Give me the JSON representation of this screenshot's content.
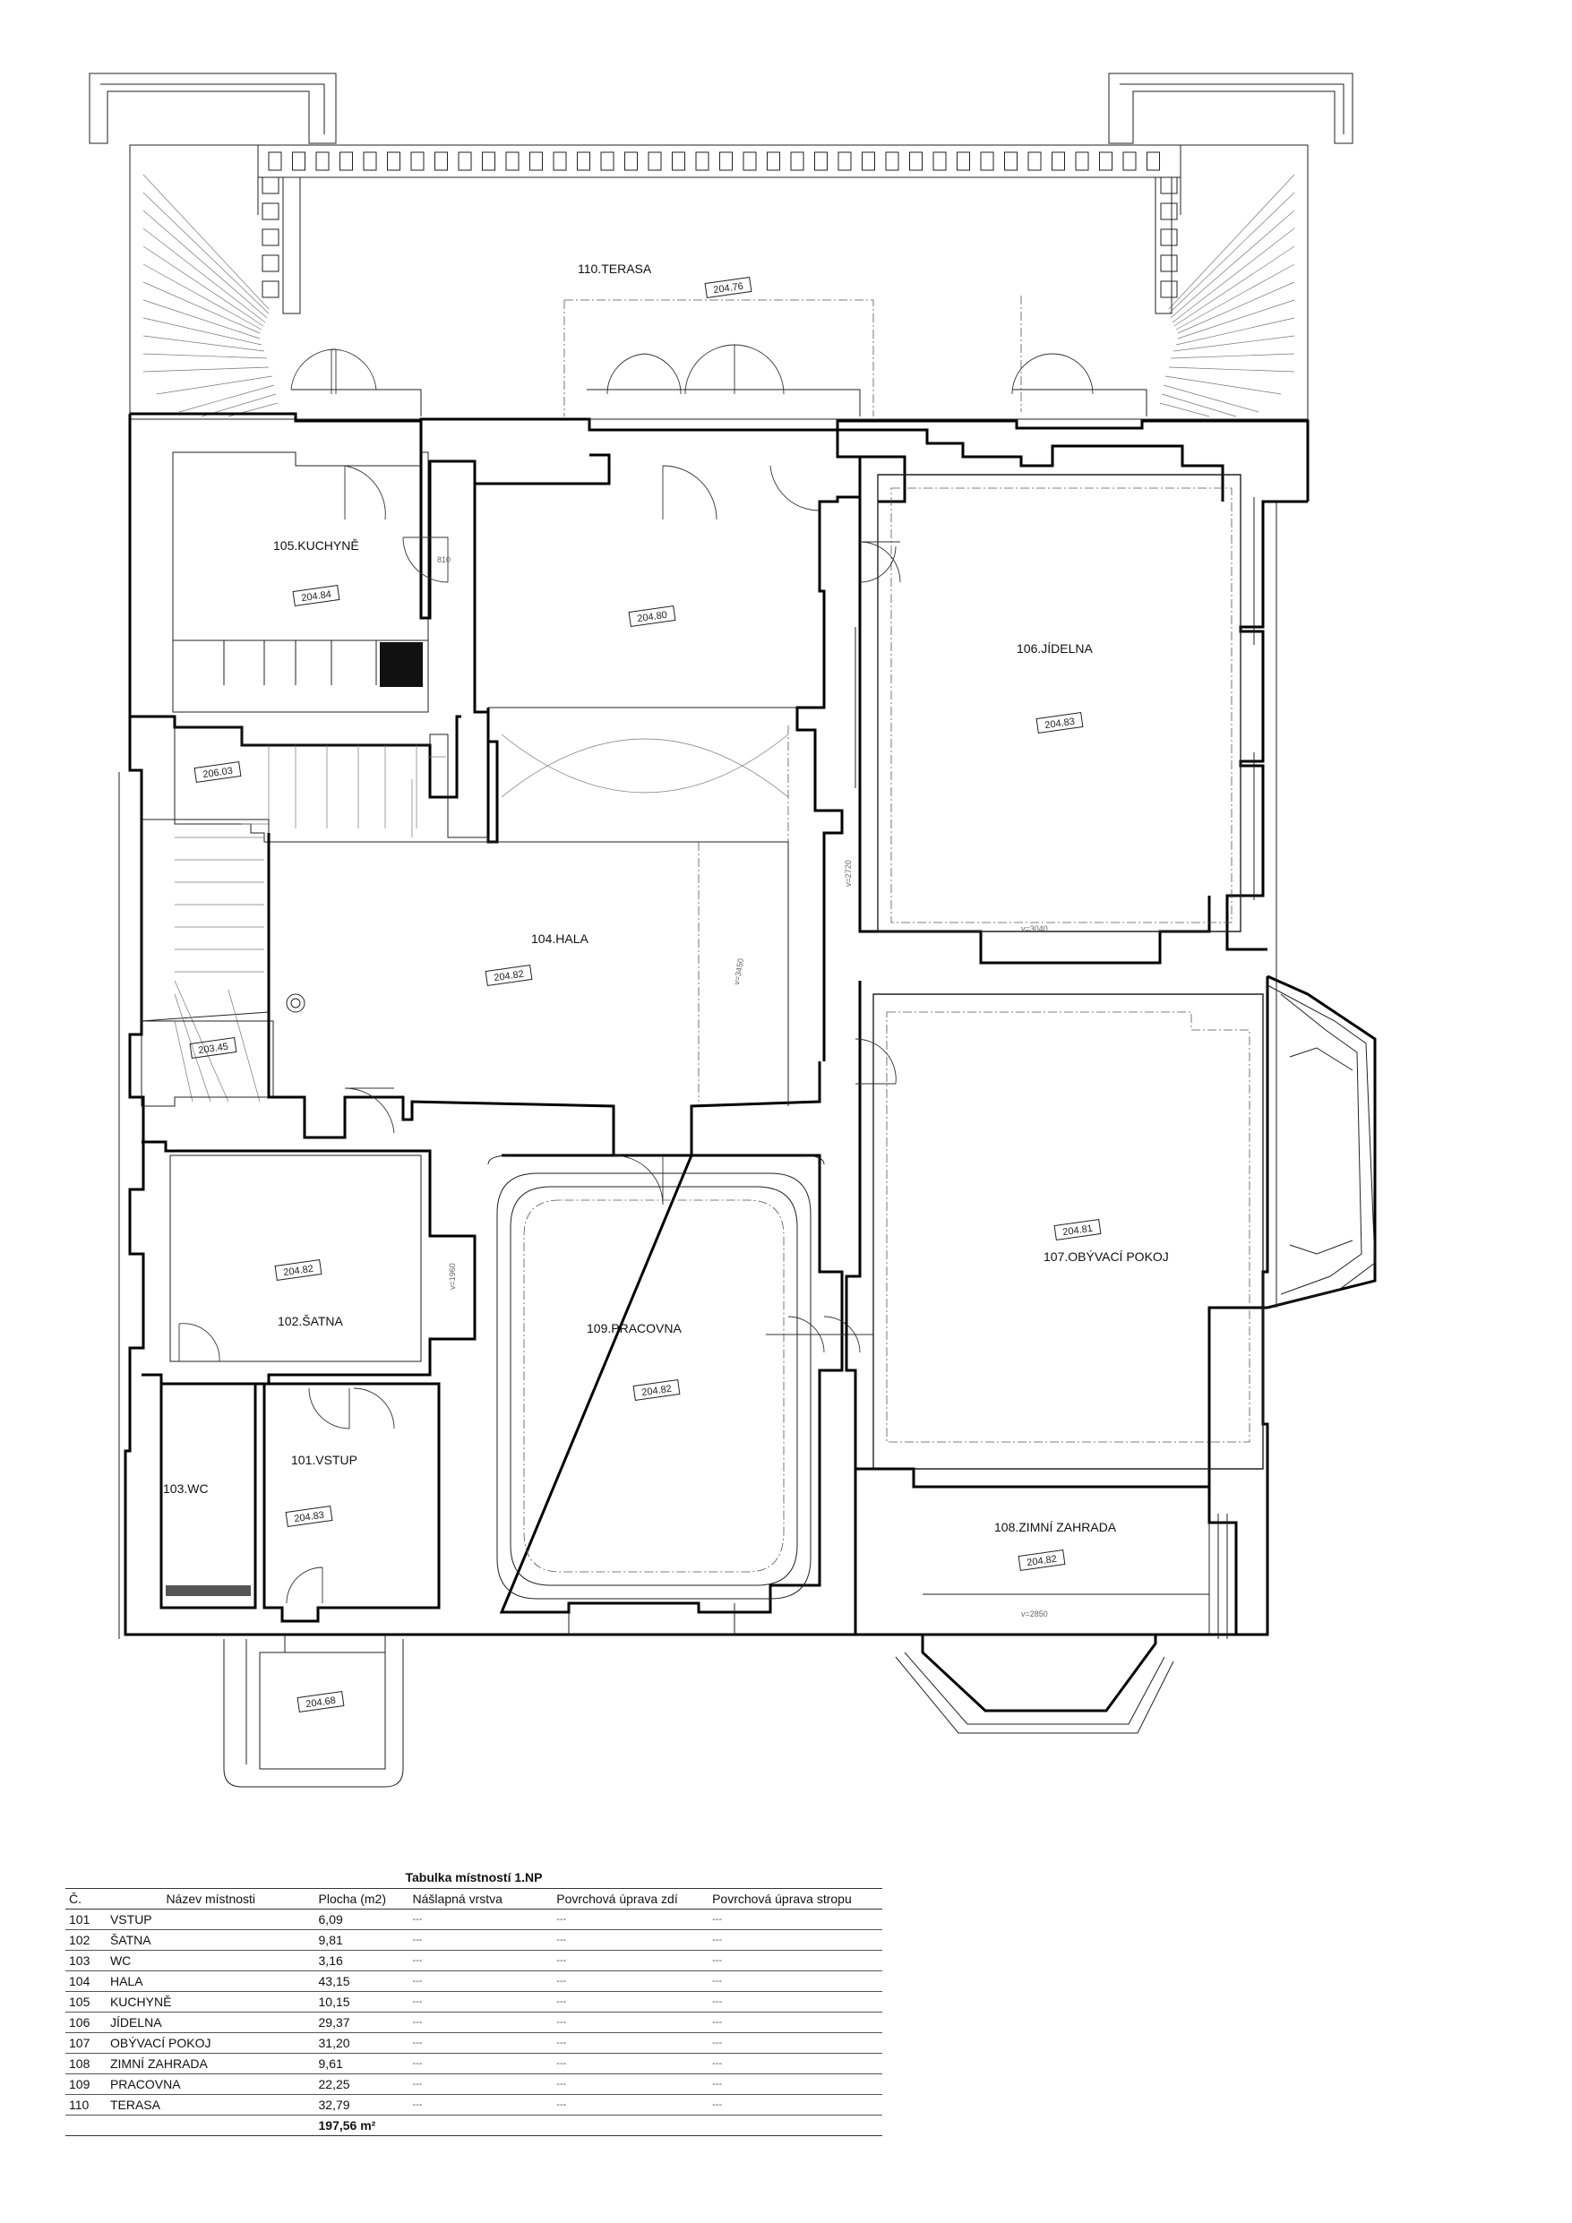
{
  "plan": {
    "rooms": [
      {
        "id": "101",
        "label": "101.VSTUP",
        "tag": "204.83"
      },
      {
        "id": "102",
        "label": "102.ŠATNA",
        "tag": "204.82"
      },
      {
        "id": "103",
        "label": "103.WC",
        "tag": ""
      },
      {
        "id": "104",
        "label": "104.HALA",
        "tag": "204.82"
      },
      {
        "id": "105",
        "label": "105.KUCHYNĚ",
        "tag": "204.84"
      },
      {
        "id": "106",
        "label": "106.JÍDELNA",
        "tag": "204.83"
      },
      {
        "id": "107",
        "label": "107.OBÝVACÍ POKOJ",
        "tag": "204.81"
      },
      {
        "id": "108",
        "label": "108.ZIMNÍ ZAHRADA",
        "tag": "204.82"
      },
      {
        "id": "109",
        "label": "109.PRACOVNA",
        "tag": "204.82"
      },
      {
        "id": "110",
        "label": "110.TERASA",
        "tag": "204.76"
      }
    ],
    "extra_tags": {
      "corridor": "204.80",
      "stair_upper": "206.03",
      "stair_lower": "203.45",
      "entrance": "204.68"
    },
    "dimensions": {
      "hala_height": "v=3450",
      "jidelna_height": "v=3040",
      "zahrada_height": "v=2850",
      "kuchyne_door": "810",
      "satna_door": "v=1960",
      "jidelna_side": "v=2720"
    }
  },
  "table": {
    "title": "Tabulka místností 1.NP",
    "headers": [
      "Č.",
      "Název místnosti",
      "Plocha (m2)",
      "Nášlapná vrstva",
      "Povrchová úprava zdí",
      "Povrchová úprava stropu"
    ],
    "placeholder": "---",
    "rows": [
      {
        "no": "101",
        "name": "VSTUP",
        "area": "6,09"
      },
      {
        "no": "102",
        "name": "ŠATNA",
        "area": "9,81"
      },
      {
        "no": "103",
        "name": "WC",
        "area": "3,16"
      },
      {
        "no": "104",
        "name": "HALA",
        "area": "43,15"
      },
      {
        "no": "105",
        "name": "KUCHYNĚ",
        "area": "10,15"
      },
      {
        "no": "106",
        "name": "JÍDELNA",
        "area": "29,37"
      },
      {
        "no": "107",
        "name": "OBÝVACÍ POKOJ",
        "area": "31,20"
      },
      {
        "no": "108",
        "name": "ZIMNÍ ZAHRADA",
        "area": "9,61"
      },
      {
        "no": "109",
        "name": "PRACOVNA",
        "area": "22,25"
      },
      {
        "no": "110",
        "name": "TERASA",
        "area": "32,79"
      }
    ],
    "total": "197,56 m²"
  }
}
